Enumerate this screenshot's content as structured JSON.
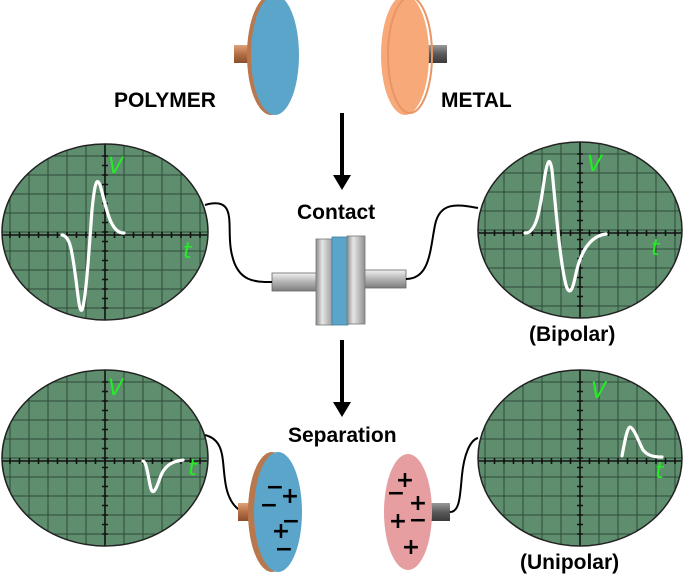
{
  "labels": {
    "polymer": "POLYMER",
    "metal": "METAL",
    "contact": "Contact",
    "separation": "Separation",
    "bipolar": "(Bipolar)",
    "unipolar": "(Unipolar)"
  },
  "axes": {
    "v": "V",
    "t": "t"
  },
  "charges": {
    "polymer": [
      "−",
      "−",
      "+",
      "−",
      "+",
      "−"
    ],
    "metal": [
      "+",
      "−",
      "+",
      "+",
      "−",
      "+"
    ]
  },
  "colors": {
    "polymer": "#5aa5c9",
    "metal_plate": "#f7a97a",
    "metal_charged": "#e69ea0",
    "screen": "#5e8e6e",
    "grid": "#2f4a38",
    "trace": "#ffffff",
    "axis_label": "#22ee22",
    "copper_electrode": "#b9774e",
    "gray_electrode": "#6b6b6b"
  },
  "icons": {
    "arrow": "down-arrow-icon",
    "oscilloscope": "oscilloscope-screen-icon",
    "device": "stacked-triboelectric-device-icon"
  }
}
